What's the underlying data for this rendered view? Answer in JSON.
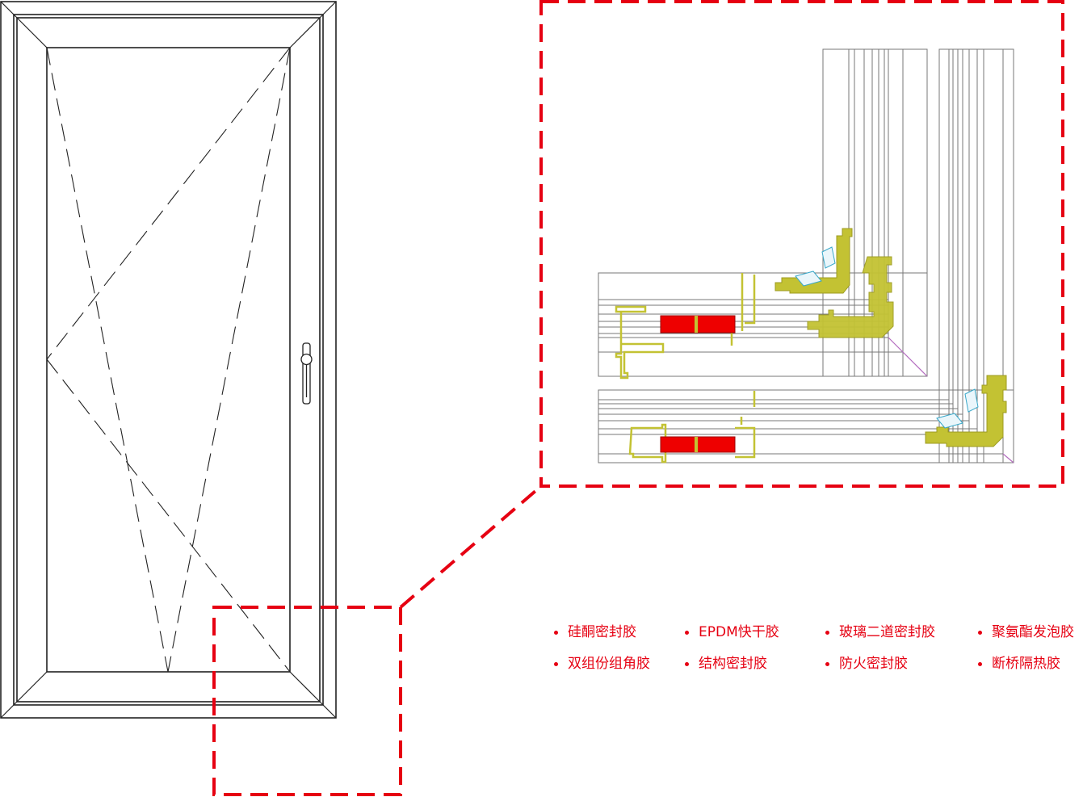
{
  "colors": {
    "outline": "#222222",
    "highlight_frame": "#e60012",
    "profile": "#c3c233",
    "thermal_break": "#ee0000",
    "corner_line": "#b36cbf",
    "detail_line": "#777777",
    "bracket": "#3aa8c9"
  },
  "window": {
    "handle_icon": "handle-icon",
    "opening": "tilt-and-turn"
  },
  "legend": {
    "items": [
      "硅酮密封胶",
      "EPDM快干胶",
      "玻璃二道密封胶",
      "聚氨酯发泡胶",
      "双组份组角胶",
      "结构密封胶",
      "防火密封胶",
      "断桥隔热胶"
    ]
  }
}
